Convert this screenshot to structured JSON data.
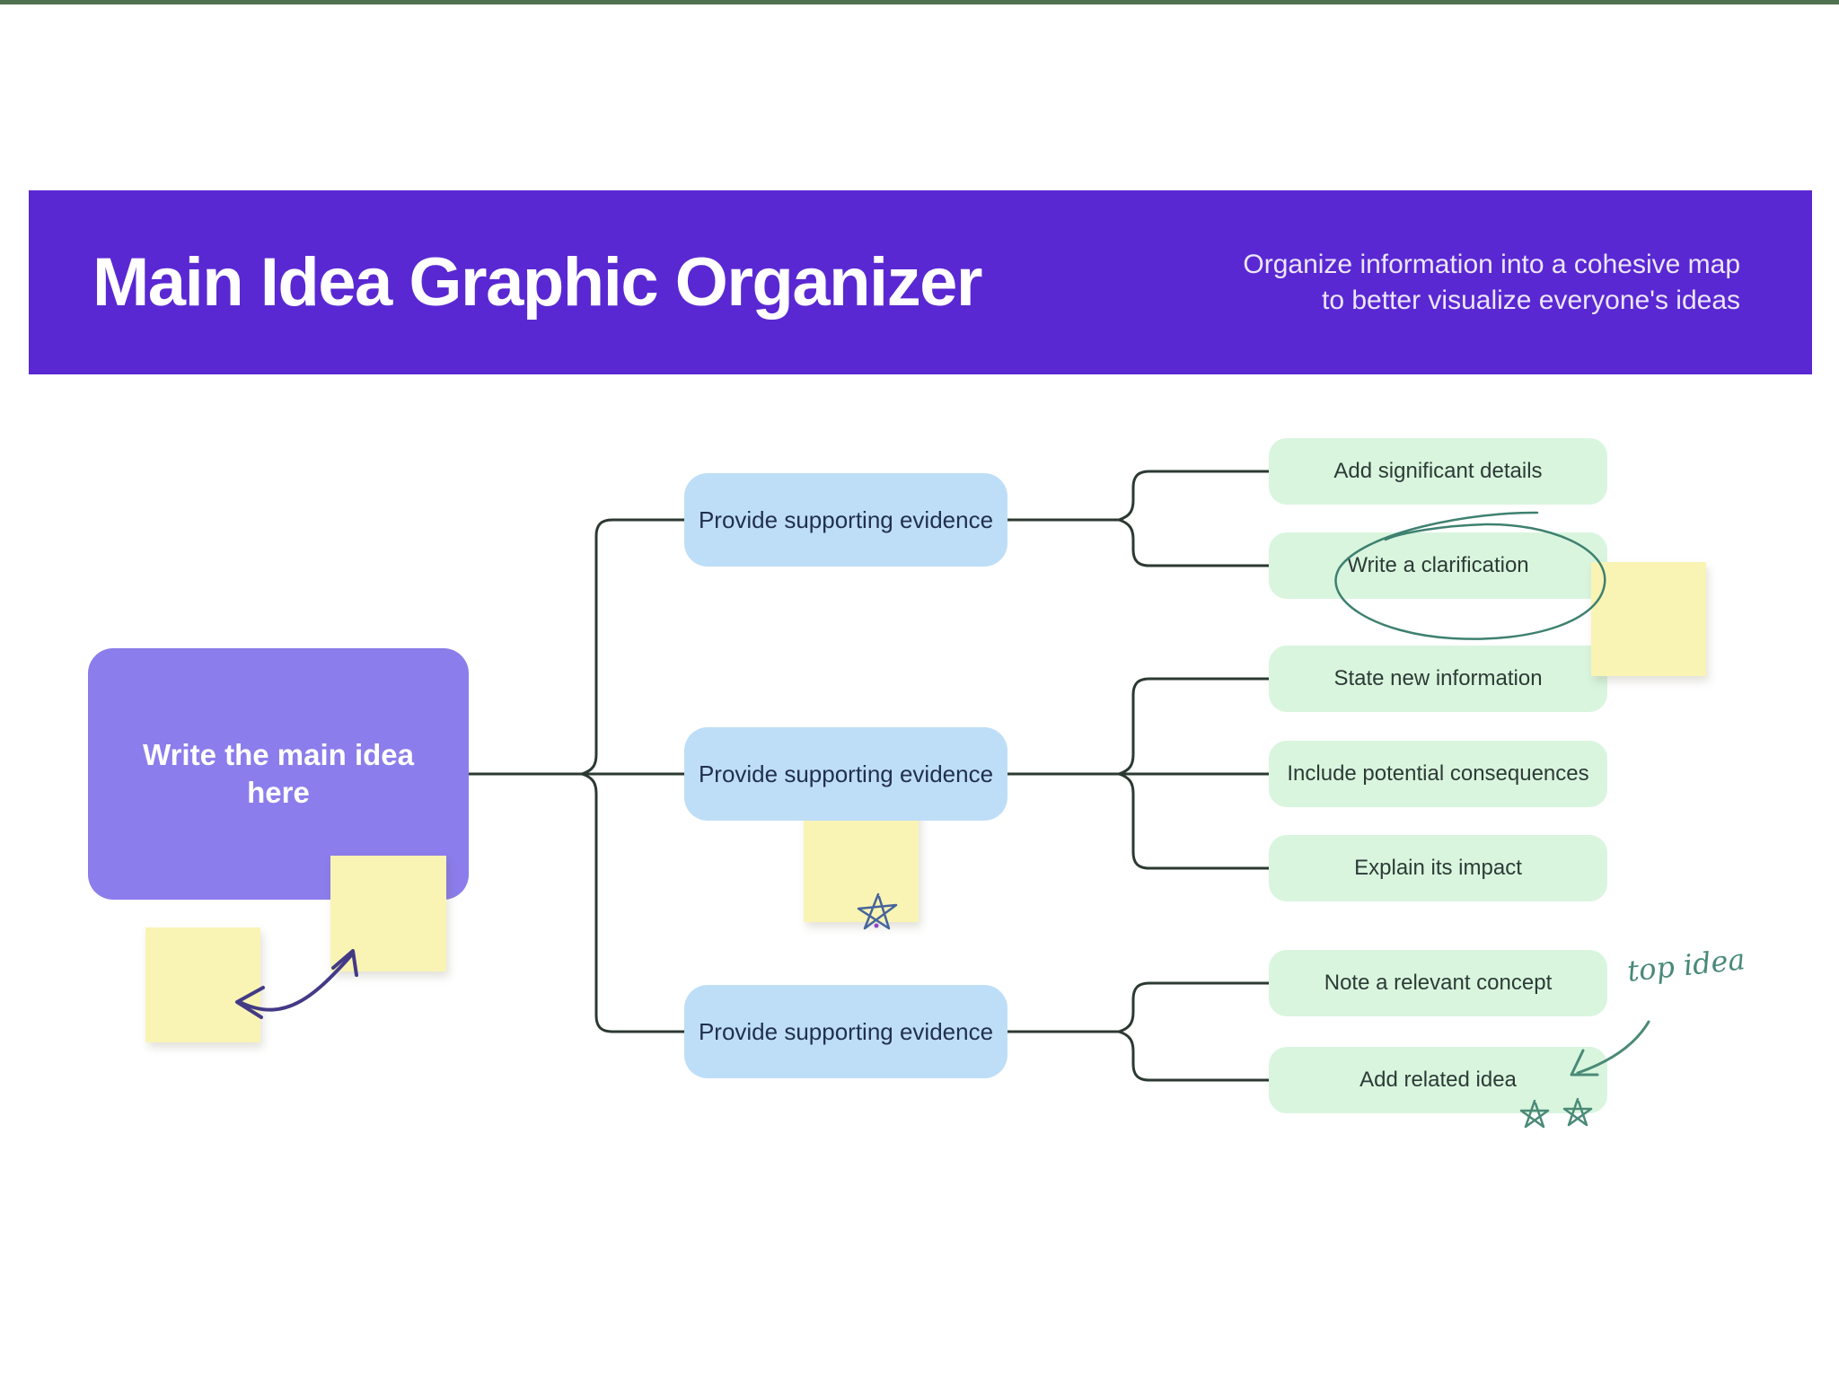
{
  "page": {
    "top_strip_color": "#50714f",
    "background_color": "#ffffff"
  },
  "header": {
    "title": "Main Idea Graphic Organizer",
    "subtitle_line1": "Organize information into a cohesive map",
    "subtitle_line2": "to better visualize everyone's ideas",
    "background_color": "#5a28d2",
    "title_color": "#ffffff"
  },
  "diagram": {
    "main_idea": {
      "label": "Write the main idea here",
      "color": "#8b7deb"
    },
    "evidence_nodes": [
      {
        "label": "Provide supporting evidence"
      },
      {
        "label": "Provide supporting evidence"
      },
      {
        "label": "Provide supporting evidence"
      }
    ],
    "detail_nodes": [
      {
        "label": "Add significant details"
      },
      {
        "label": "Write a clarification"
      },
      {
        "label": "State new information"
      },
      {
        "label": "Include potential consequences"
      },
      {
        "label": "Explain its impact"
      },
      {
        "label": "Note a relevant concept"
      },
      {
        "label": "Add related idea"
      }
    ],
    "node_colors": {
      "evidence_fill": "#bedef8",
      "detail_fill": "#d9f5de",
      "sticky_note_fill": "#f9f4b4",
      "connector_stroke": "#2b3a31"
    },
    "annotations": {
      "handwritten_label": "top idea",
      "ink_teal": "#49897a",
      "ink_indigo": "#433a86",
      "ink_blue": "#47649b"
    }
  }
}
